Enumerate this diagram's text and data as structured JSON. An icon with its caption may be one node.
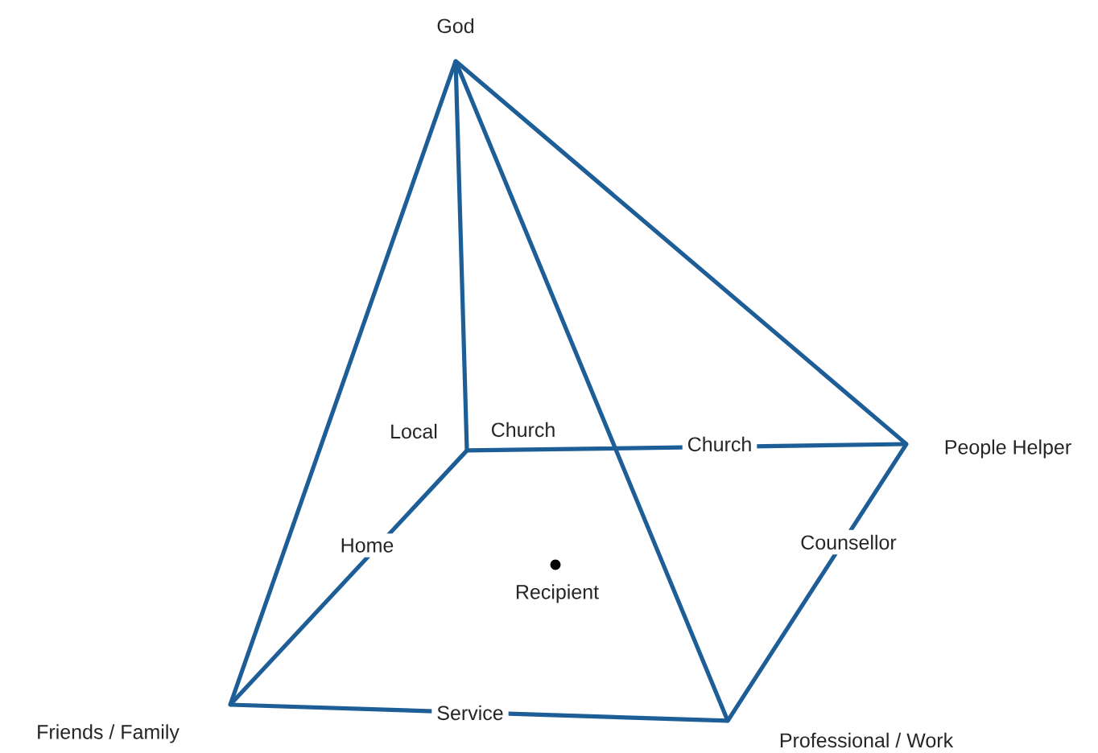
{
  "diagram": {
    "nodes": [
      {
        "text": [
          "God"
        ]
      },
      {
        "text": [
          "Local",
          "Church"
        ]
      },
      {
        "text": [
          "People Helper"
        ]
      },
      {
        "text": [
          "Friends / Family"
        ]
      },
      {
        "text": [
          "Professional /  Work"
        ]
      },
      {
        "text": [
          "Recipient"
        ]
      }
    ],
    "edges": [
      {
        "from": 0,
        "to": 1,
        "arrow": "none"
      },
      {
        "from": 0,
        "to": 2,
        "arrow": "none"
      },
      {
        "from": 0,
        "to": 3,
        "arrow": "none"
      },
      {
        "from": 0,
        "to": 4,
        "arrow": "none"
      },
      {
        "from": 1,
        "to": 2,
        "arrow": "none",
        "label": "Church"
      },
      {
        "from": 1,
        "to": 3,
        "arrow": "none",
        "label": "Home"
      },
      {
        "from": 3,
        "to": 4,
        "arrow": "none",
        "label": "Service"
      },
      {
        "from": 4,
        "to": 2,
        "arrow": "none",
        "label": "Counsellor"
      }
    ]
  }
}
